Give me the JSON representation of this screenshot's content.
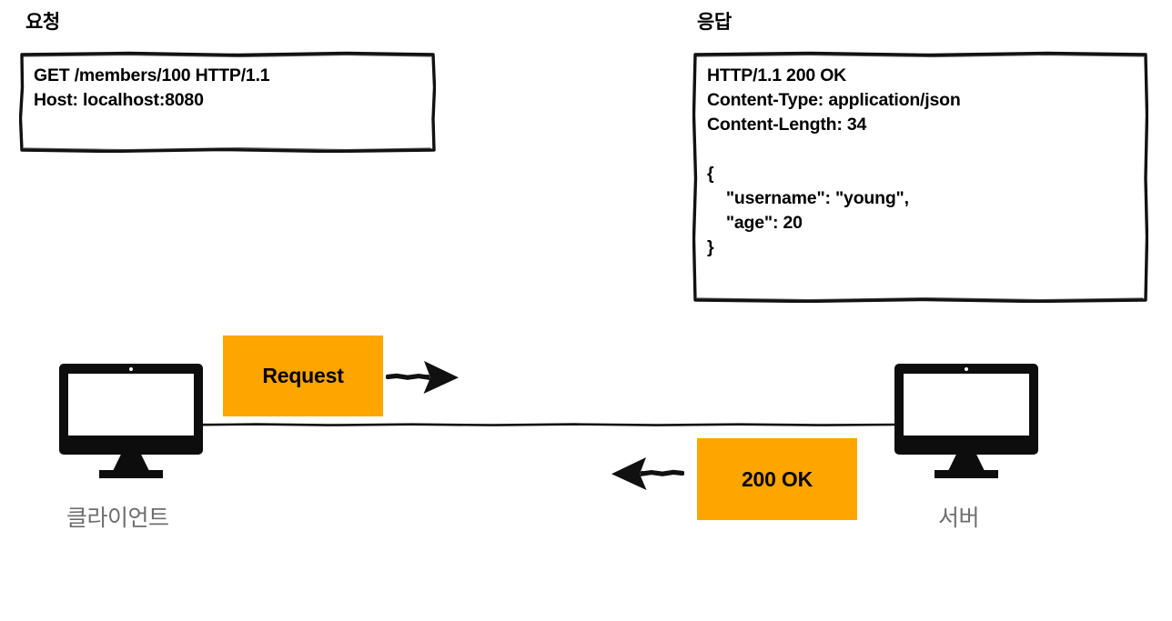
{
  "page": {
    "background": "#ffffff",
    "accent_color": "#ffa500",
    "ink_color": "#000000",
    "label_color": "#6e6e6e"
  },
  "request_section": {
    "heading": "요청",
    "box_text": "GET /members/100 HTTP/1.1\nHost: localhost:8080"
  },
  "response_section": {
    "heading": "응답",
    "box_text": "HTTP/1.1 200 OK\nContent-Type: application/json\nContent-Length: 34\n\n{\n    \"username\": \"young\",\n    \"age\": 20\n}"
  },
  "diagram": {
    "client": {
      "label": "클라이언트",
      "icon": "desktop-monitor-icon"
    },
    "server": {
      "label": "서버",
      "icon": "desktop-monitor-icon"
    },
    "connection": {
      "icon": "horizontal-wire-line"
    },
    "flows": [
      {
        "label": "Request",
        "direction": "client-to-server",
        "arrow_icon": "arrow-right-icon",
        "color": "#ffa500"
      },
      {
        "label": "200 OK",
        "direction": "server-to-client",
        "arrow_icon": "arrow-left-icon",
        "color": "#ffa500"
      }
    ]
  }
}
